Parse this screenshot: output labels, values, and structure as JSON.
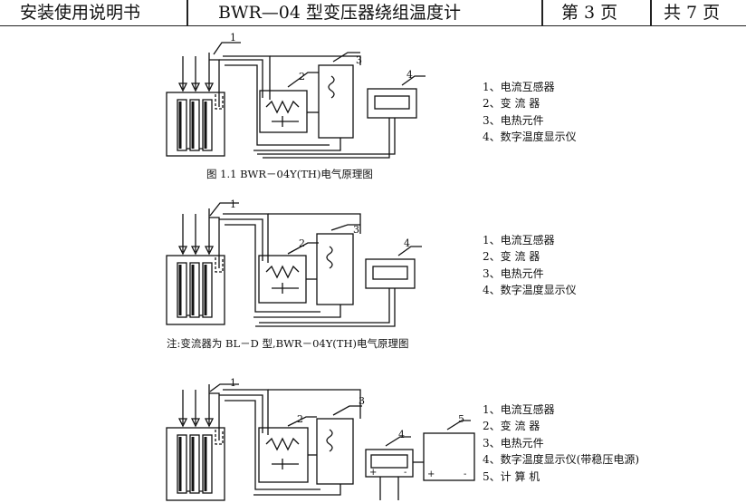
{
  "header": {
    "manual": "安装使用说明书",
    "product": "BWR—04 型变压器绕组温度计",
    "page": "第 3 页",
    "total": "共 7 页"
  },
  "diagrams": [
    {
      "callouts": [
        "1",
        "2",
        "3",
        "4"
      ],
      "legend": [
        "1、电流互感器",
        "2、变 流 器",
        "3、电热元件",
        "4、数字温度显示仪"
      ],
      "caption": "图 1.1 BWR－04Y(TH)电气原理图"
    },
    {
      "callouts": [
        "1",
        "2",
        "3",
        "4"
      ],
      "legend": [
        "1、电流互感器",
        "2、变 流 器",
        "3、电热元件",
        "4、数字温度显示仪"
      ],
      "caption": "注:变流器为 BL－D 型,BWR－04Y(TH)电气原理图"
    },
    {
      "callouts": [
        "1",
        "2",
        "3",
        "4",
        "5"
      ],
      "legend": [
        "1、电流互感器",
        "2、变 流 器",
        "3、电热元件",
        "4、数字温度显示仪(带稳压电源)",
        "5、计 算 机"
      ],
      "caption": "",
      "terminals": [
        "+",
        "-",
        "+",
        "-"
      ]
    }
  ]
}
